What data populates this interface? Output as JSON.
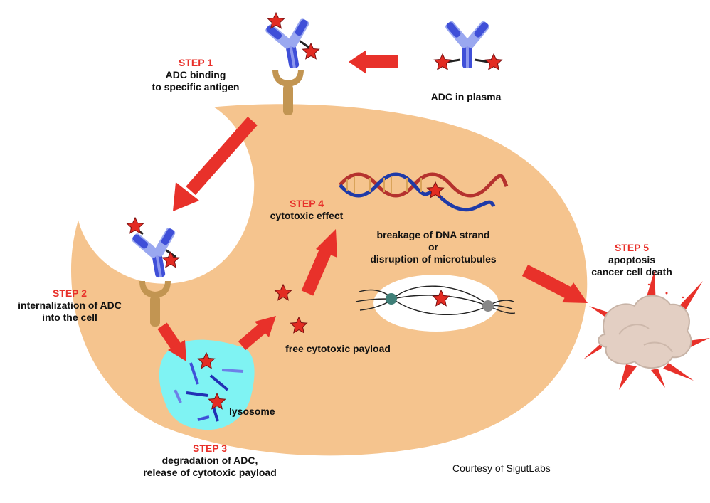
{
  "colors": {
    "cell": "#f5c48e",
    "arrow": "#e8312a",
    "antibody_light": "#9aa8f0",
    "antibody_dark": "#3f4fd8",
    "star": "#e32b22",
    "receptor": "#c29552",
    "lysosome": "#7ff3f3",
    "step_text": "#e8302a",
    "dna_red": "#b5322e",
    "dna_blue": "#1f3aa8",
    "dead_cell": "#e3cfc3"
  },
  "icons": [
    "antibody-icon",
    "star-payload-icon",
    "receptor-icon",
    "dna-helix-icon",
    "mitotic-spindle-icon",
    "dead-cell-icon"
  ],
  "plasma": {
    "label": "ADC in plasma"
  },
  "step1": {
    "title": "STEP 1",
    "line1": "ADC binding",
    "line2": "to specific antigen"
  },
  "step2": {
    "title": "STEP 2",
    "line1": "internalization of ADC",
    "line2": "into the cell"
  },
  "step3": {
    "title": "STEP 3",
    "line1": "degradation of ADC,",
    "line2": "release of cytotoxic payload"
  },
  "step4": {
    "title": "STEP 4",
    "line1": "cytotoxic effect"
  },
  "step5": {
    "title": "STEP 5",
    "line1": "apoptosis",
    "line2": "cancer cell death"
  },
  "dna": {
    "line1": "breakage of DNA strand",
    "line2": "or",
    "line3": "disruption of microtubules"
  },
  "payload": {
    "label": "free cytotoxic payload"
  },
  "lysosome": {
    "label": "lysosome"
  },
  "credit": {
    "text": "Courtesy of SigutLabs"
  }
}
